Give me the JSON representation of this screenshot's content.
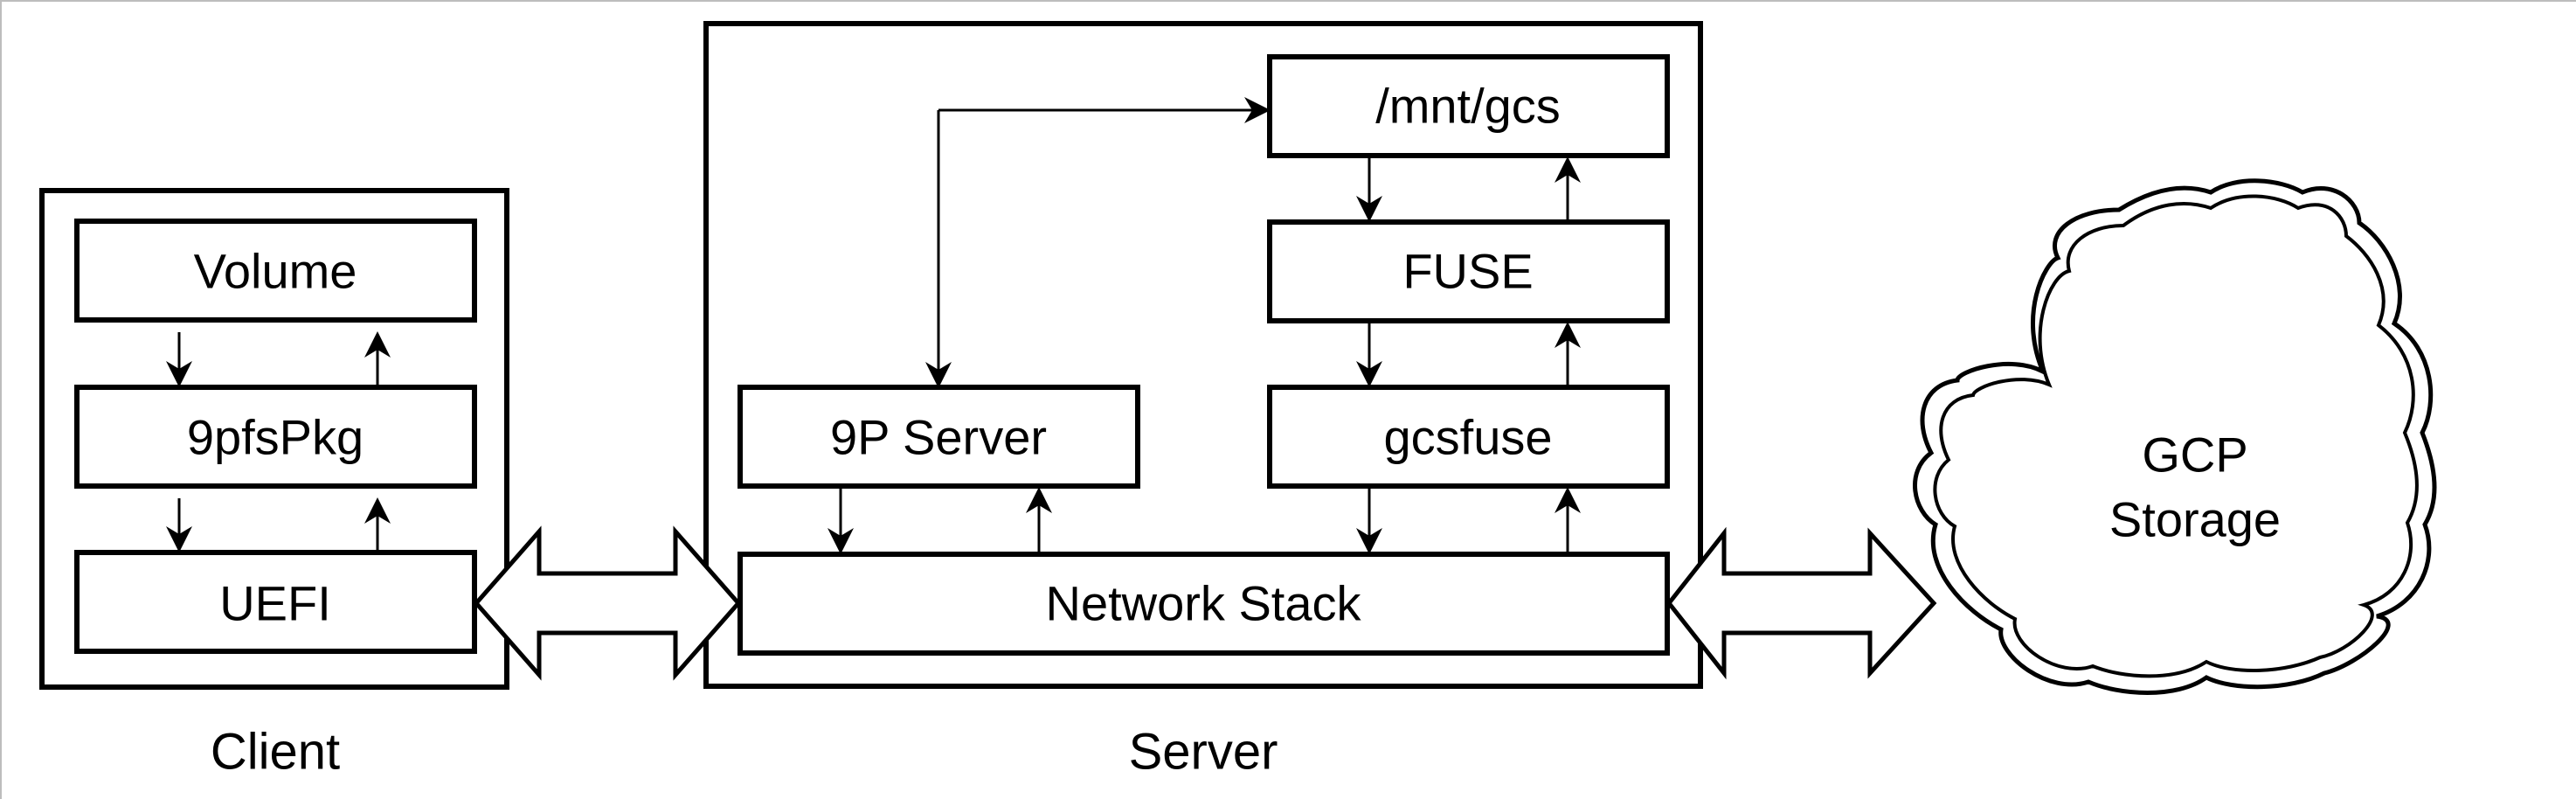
{
  "colors": {
    "stroke": "#000000",
    "background": "#ffffff",
    "frame": "#bdbdbd"
  },
  "client": {
    "label": "Client",
    "volume": "Volume",
    "pkg": "9pfsPkg",
    "uefi": "UEFI"
  },
  "server": {
    "label": "Server",
    "mount": "/mnt/gcs",
    "fuse": "FUSE",
    "gcsfuse": "gcsfuse",
    "ninep_server": "9P Server",
    "network_stack": "Network Stack"
  },
  "cloud": {
    "line1": "GCP",
    "line2": "Storage"
  }
}
